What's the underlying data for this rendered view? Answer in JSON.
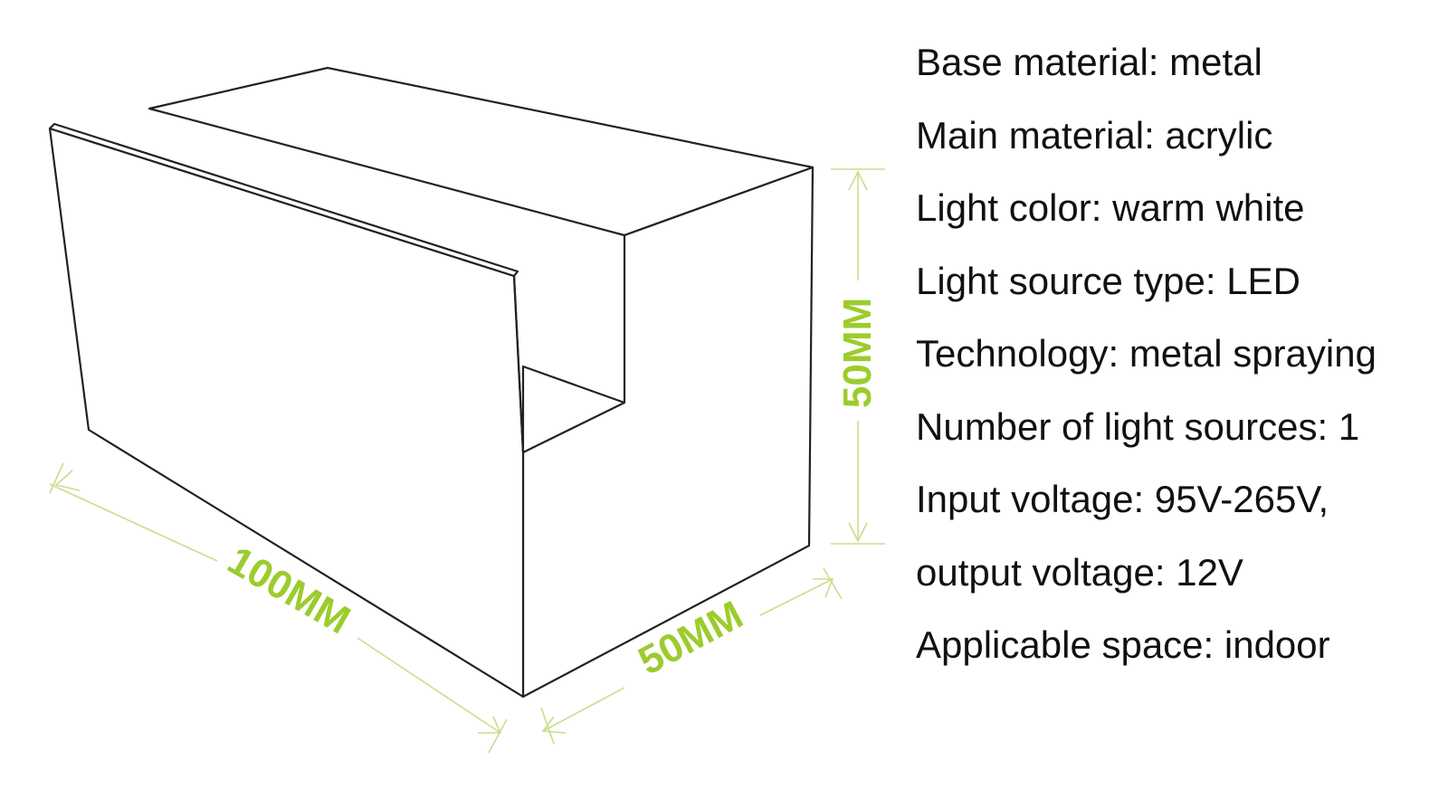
{
  "diagram": {
    "dimensions": [
      {
        "id": "length",
        "label": "100MM"
      },
      {
        "id": "depth",
        "label": "50MM"
      },
      {
        "id": "height",
        "label": "50MM"
      }
    ],
    "colors": {
      "outline": "#222222",
      "dimension_line": "#c9dd8e",
      "dimension_text": "#9ccc2c"
    }
  },
  "specs": [
    "Base material: metal",
    "Main material: acrylic",
    "Light color: warm white",
    "Light source type: LED",
    "Technology: metal spraying",
    "Number of light sources: 1",
    "Input voltage: 95V-265V,",
    "output voltage: 12V",
    "Applicable space: indoor"
  ]
}
